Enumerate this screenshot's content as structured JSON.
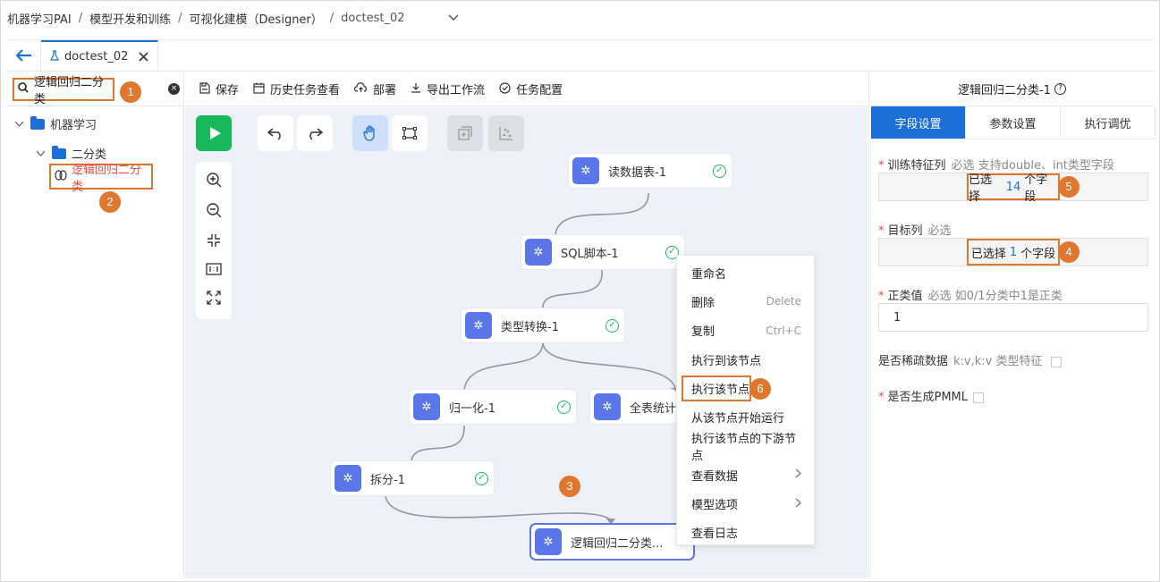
{
  "breadcrumb": [
    "机器学习PAI",
    "模型开发和训练",
    "可视化建模（Designer）",
    "doctest_02"
  ],
  "breadcrumb_sep": "/",
  "tab": {
    "label": "doctest_02"
  },
  "left": {
    "search_value": "逻辑回归二分类",
    "tree": {
      "root": "机器学习",
      "child": "二分类",
      "leaf": "逻辑回归二分类"
    }
  },
  "toolbar": {
    "save": "保存",
    "history": "历史任务查看",
    "deploy": "部署",
    "export": "导出工作流",
    "task_config": "任务配置"
  },
  "canvas": {
    "nodes": [
      {
        "label": "读数据表-1"
      },
      {
        "label": "SQL脚本-1"
      },
      {
        "label": "类型转换-1"
      },
      {
        "label": "归一化-1"
      },
      {
        "label": "全表统计-"
      },
      {
        "label": "拆分-1"
      },
      {
        "label": "逻辑回归二分类..."
      }
    ]
  },
  "context_menu": {
    "items": [
      {
        "label": "重命名",
        "shortcut": ""
      },
      {
        "label": "删除",
        "shortcut": "Delete"
      },
      {
        "label": "复制",
        "shortcut": "Ctrl+C"
      },
      {
        "label": "执行到该节点",
        "shortcut": ""
      },
      {
        "label": "执行该节点",
        "shortcut": ""
      },
      {
        "label": "从该节点开始运行",
        "shortcut": ""
      },
      {
        "label": "执行该节点的下游节点",
        "shortcut": ""
      },
      {
        "label": "查看数据",
        "shortcut": ""
      },
      {
        "label": "模型选项",
        "shortcut": ""
      },
      {
        "label": "查看日志",
        "shortcut": ""
      }
    ]
  },
  "right": {
    "title": "逻辑回归二分类-1",
    "tabs": [
      "字段设置",
      "参数设置",
      "执行调优"
    ],
    "feature_cols": {
      "label": "训练特征列",
      "hint": "必选 支持double、int类型字段",
      "prefix": "已选择",
      "count": "14",
      "suffix": "个字段"
    },
    "target_col": {
      "label": "目标列",
      "hint": "必选",
      "prefix": "已选择",
      "count": "1",
      "suffix": "个字段"
    },
    "positive": {
      "label": "正类值",
      "hint": "必选 如0/1分类中1是正类",
      "value": "1"
    },
    "sparse": {
      "label": "是否稀疏数据",
      "hint": "k:v,k:v 类型特征"
    },
    "pmml": {
      "label": "是否生成PMML"
    }
  },
  "badges": [
    "1",
    "2",
    "3",
    "4",
    "5",
    "6"
  ],
  "colors": {
    "accent": "#1b6fd6",
    "callout": "#e0772f",
    "node_icon": "#5a76e8",
    "success": "#19b95b",
    "leaf_text": "#e34d3c"
  }
}
